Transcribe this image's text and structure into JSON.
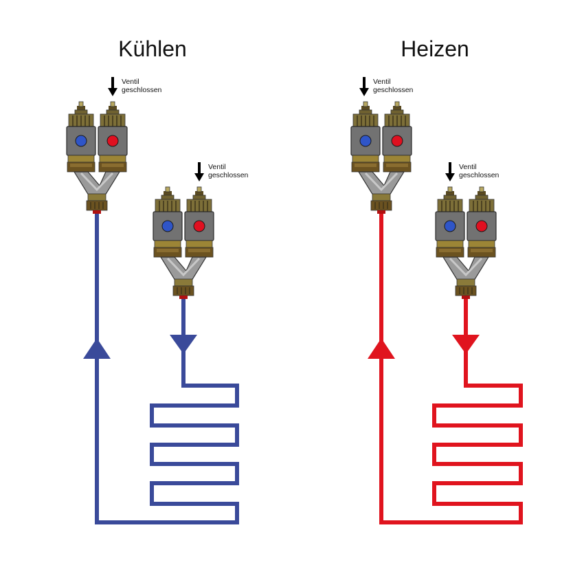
{
  "panels": [
    {
      "title": "Kühlen",
      "pipe_color": "#3a4a9a"
    },
    {
      "title": "Heizen",
      "pipe_color": "#e0141e"
    }
  ],
  "valve_label": {
    "line1": "Ventil",
    "line2": "geschlossen"
  },
  "colors": {
    "cold_dot": "#2f55c8",
    "hot_dot": "#e01020",
    "valve_body": "#727272",
    "brass": "#8a7a3a",
    "brass_dark": "#5a4a20",
    "yoke": "#9a9a9a"
  },
  "icons": {
    "valve": "double-valve-icon",
    "arrow_down": "arrow-down-icon",
    "flow_up": "flow-arrow-up-icon",
    "flow_down": "flow-arrow-down-icon"
  }
}
